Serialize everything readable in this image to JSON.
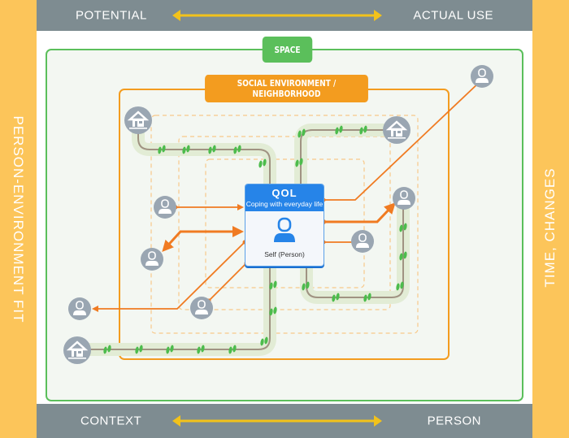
{
  "top_band": {
    "left_label": "POTENTIAL",
    "right_label": "ACTUAL USE",
    "arrow": "double-headed-arrow"
  },
  "bottom_band": {
    "left_label": "CONTEXT",
    "right_label": "PERSON",
    "arrow": "double-headed-arrow"
  },
  "left_side": {
    "label": "PERSON-ENVIRONMENT FIT"
  },
  "right_side": {
    "label": "TIME, CHANGES"
  },
  "space_box": {
    "label": "SPACE"
  },
  "social_box": {
    "label": "SOCIAL ENVIRONMENT / NEIGHBORHOOD"
  },
  "qol": {
    "title": "QOL",
    "subtitle": "Coping with everyday life",
    "person_label": "Self (Person)",
    "icon": "person-icon"
  },
  "nodes": {
    "houses": [
      "home-top-left",
      "home-top-right",
      "home-bottom-left"
    ],
    "persons": [
      "person-far-top-right",
      "person-right-upper",
      "person-right-lower",
      "person-left-upper",
      "person-left-middle",
      "person-left-far",
      "person-bottom-center"
    ]
  },
  "colors": {
    "band": "#7e8c91",
    "side": "#fcc55a",
    "arrow_yellow": "#f2c21b",
    "space_green": "#5bbf5b",
    "social_orange": "#f39c1f",
    "link_orange": "#f07b22",
    "qol_blue": "#2684e8",
    "node_gray": "#9aa6b2",
    "path_green": "#e2ecd5",
    "footprint_green": "#4cbc4c"
  }
}
